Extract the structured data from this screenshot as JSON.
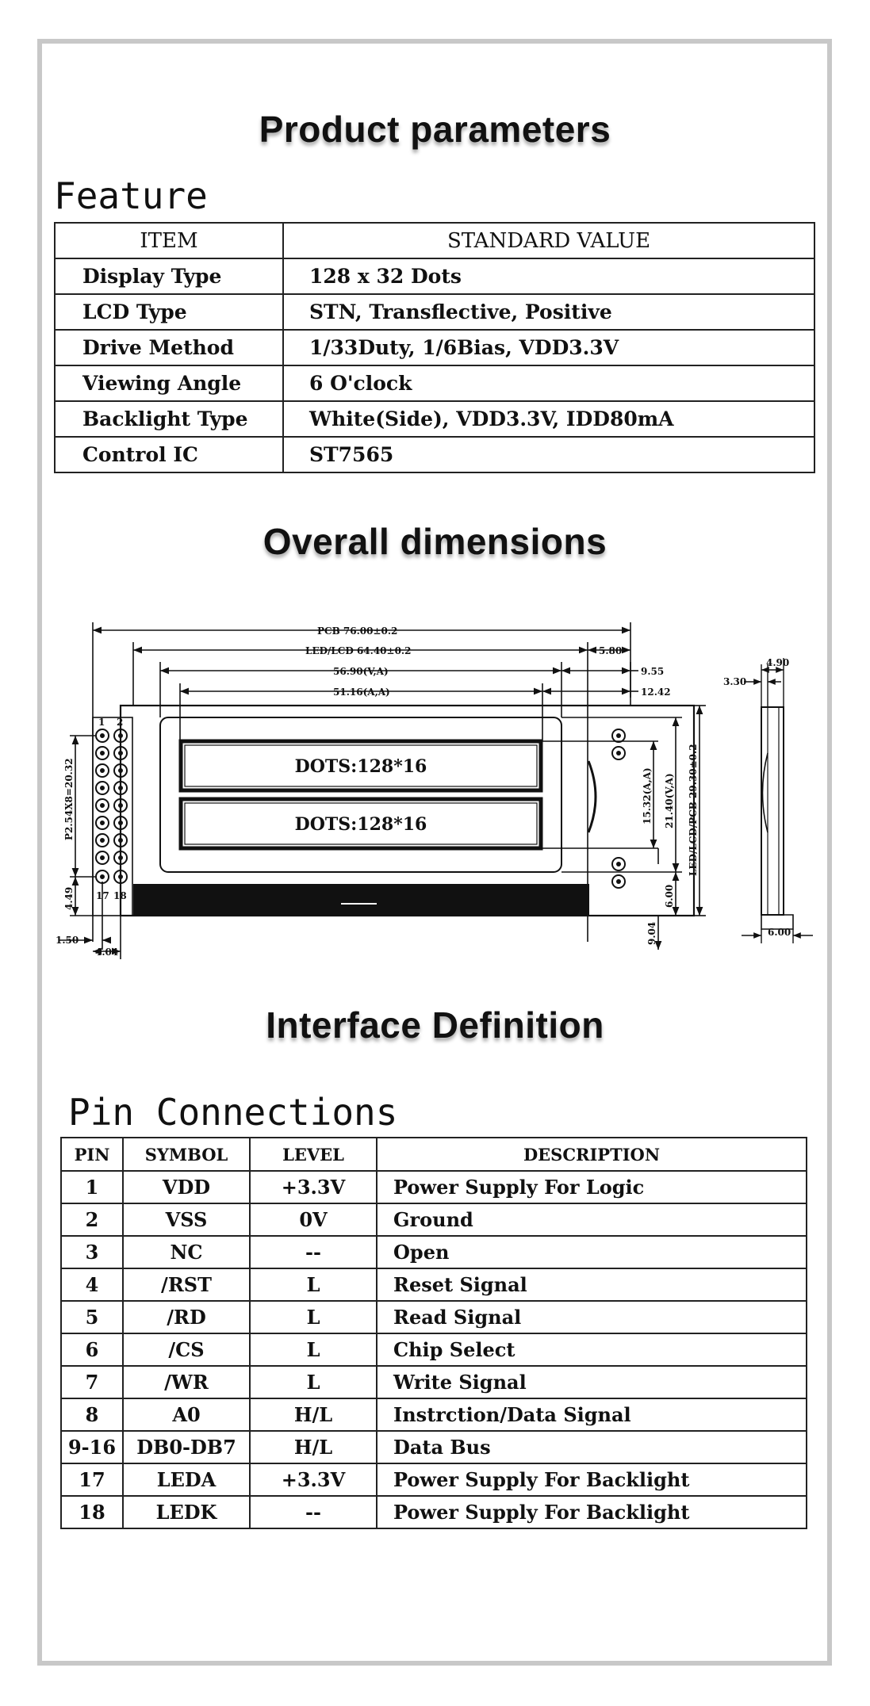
{
  "headings": {
    "product_parameters": "Product parameters",
    "overall_dimensions": "Overall dimensions",
    "interface_definition": "Interface Definition"
  },
  "feature": {
    "title": "Feature",
    "headers": [
      "ITEM",
      "STANDARD VALUE"
    ],
    "rows": [
      [
        "Display Type",
        "128 x 32 Dots"
      ],
      [
        "LCD Type",
        "STN, Transflective, Positive"
      ],
      [
        "Drive Method",
        "1/33Duty, 1/6Bias, VDD3.3V"
      ],
      [
        "Viewing Angle",
        "6 O'clock"
      ],
      [
        "Backlight Type",
        "White(Side), VDD3.3V, IDD80mA"
      ],
      [
        "Control IC",
        "ST7565"
      ]
    ]
  },
  "drawing": {
    "pcb": "PCB 76.00±0.2",
    "led_lcd": "LED/LCD 64.40±0.2",
    "va": "56.90(V,A)",
    "aa": "51.16(A,A)",
    "d_580": "5.80",
    "d_955": "9.55",
    "d_1242": "12.42",
    "pin_1": "1",
    "pin_2": "2",
    "pin_17": "17",
    "pin_18": "18",
    "pitch": "P2.54X8=20.32",
    "d_449": "4.49",
    "d_150": "1.50",
    "d_404": "4.04",
    "dots_top": "DOTS:128*16",
    "dots_bottom": "DOTS:128*16",
    "aa_v": "15.32(A,A)",
    "va_v": "21.40(V,A)",
    "pcb_v": "LED/LCD/PCB 29.30±0.2",
    "d_600": "6.00",
    "d_904": "9.04",
    "side_490": "4.90",
    "side_330": "3.30",
    "side_600": "6.00"
  },
  "pins": {
    "title": "Pin Connections",
    "headers": [
      "PIN",
      "SYMBOL",
      "LEVEL",
      "DESCRIPTION"
    ],
    "rows": [
      [
        "1",
        "VDD",
        "+3.3V",
        "Power Supply For Logic"
      ],
      [
        "2",
        "VSS",
        "0V",
        "Ground"
      ],
      [
        "3",
        "NC",
        "--",
        "Open"
      ],
      [
        "4",
        "/RST",
        "L",
        "Reset Signal"
      ],
      [
        "5",
        "/RD",
        "L",
        "Read Signal"
      ],
      [
        "6",
        "/CS",
        "L",
        "Chip Select"
      ],
      [
        "7",
        "/WR",
        "L",
        "Write Signal"
      ],
      [
        "8",
        "A0",
        "H/L",
        "Instrction/Data Signal"
      ],
      [
        "9-16",
        "DB0-DB7",
        "H/L",
        "Data Bus"
      ],
      [
        "17",
        "LEDA",
        "+3.3V",
        "Power Supply For Backlight"
      ],
      [
        "18",
        "LEDK",
        "--",
        "Power Supply For Backlight"
      ]
    ]
  }
}
